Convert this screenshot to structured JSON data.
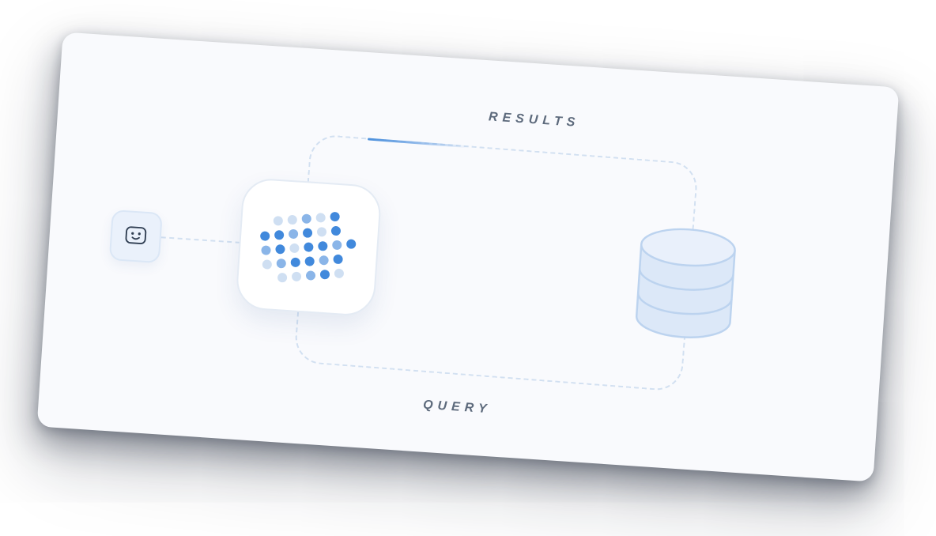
{
  "labels": {
    "results": "RESULTS",
    "query": "QUERY"
  },
  "icons": {
    "bot": "bot-face-icon",
    "model_dots": "dot-matrix-icon",
    "database": "database-icon"
  },
  "colors": {
    "card_background": "#f9fafd",
    "dashed_line": "#d2e0f1",
    "flow_highlight": "#4a8fdc",
    "label_text": "#5d6a7c",
    "dot_dark": "#4189dc",
    "dot_mid": "#8ab5e8",
    "dot_light": "#cfdff2",
    "database_fill": "#dce8f8",
    "database_fill_top": "#e9f0fb",
    "database_stroke": "#bcd3ef",
    "bot_face_stroke": "#2f3e52",
    "bot_tile_background": "#eaf1fb",
    "bot_tile_border": "#dbe7f6"
  },
  "dot_matrix": {
    "rows": 5,
    "cols": 7,
    "pattern": [
      [
        0,
        1,
        1,
        2,
        1,
        3,
        0
      ],
      [
        3,
        3,
        2,
        3,
        1,
        3,
        0
      ],
      [
        2,
        3,
        1,
        3,
        3,
        2,
        3
      ],
      [
        1,
        2,
        3,
        3,
        2,
        3,
        0
      ],
      [
        0,
        1,
        1,
        2,
        3,
        1,
        0
      ]
    ]
  }
}
